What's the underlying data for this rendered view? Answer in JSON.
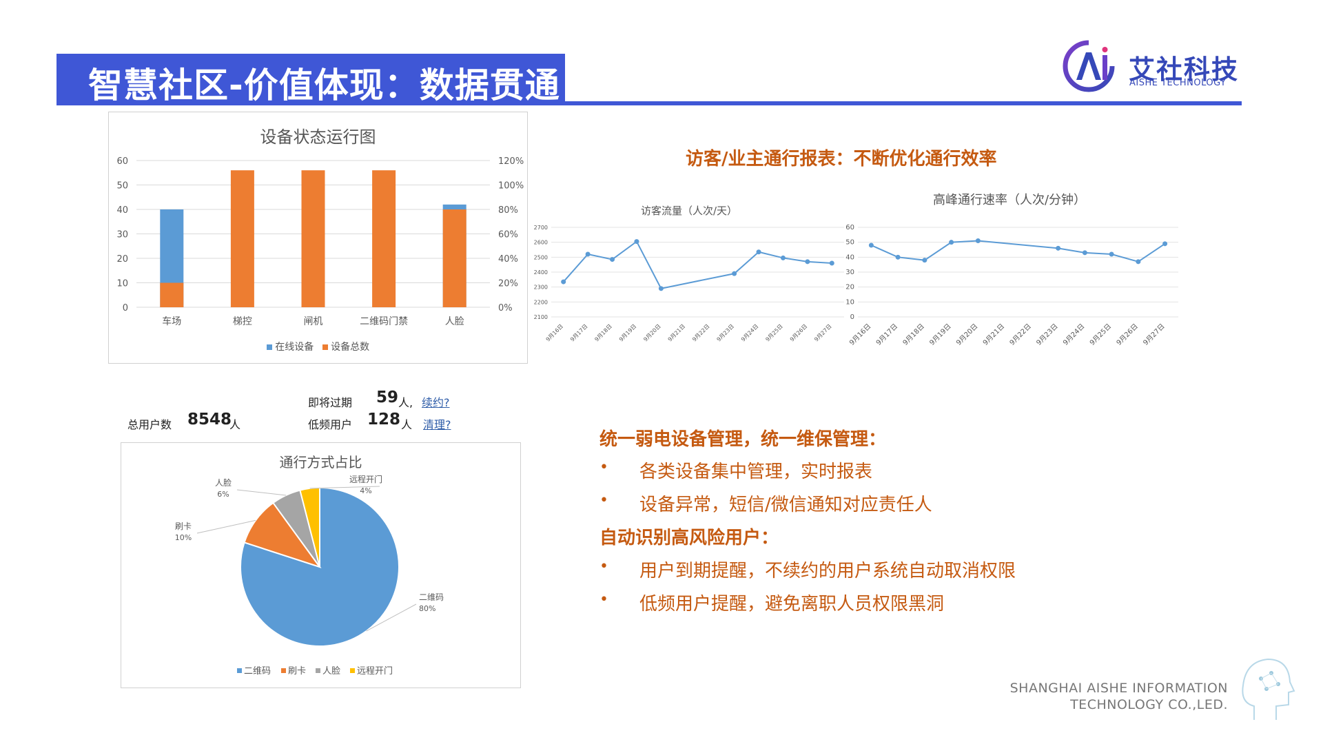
{
  "header": {
    "title": "智慧社区-价值体现：数据贯通",
    "logo_cn": "艾社科技",
    "logo_en": "AISHE TECHNOLOGY"
  },
  "device_chart": {
    "title": "设备状态运行图",
    "legend": [
      "在线设备",
      "设备总数"
    ]
  },
  "report_heading": "访客/业主通行报表：不断优化通行效率",
  "visitor_chart": {
    "title": "访客流量（人次/天）"
  },
  "speed_chart": {
    "title": "高峰通行速率（人次/分钟）"
  },
  "stats": {
    "total_label": "总用户数",
    "total_value": "8548",
    "expiring_label": "即将过期",
    "expiring_value": "59",
    "expiring_unit": "人,",
    "expiring_link": "续约?",
    "lowfreq_label": "低频用户",
    "lowfreq_value": "128",
    "lowfreq_unit": "人",
    "lowfreq_link": "清理?",
    "person_unit": "人"
  },
  "pie_chart": {
    "title": "通行方式占比"
  },
  "features": {
    "heading1": "统一弱电设备管理，统一维保管理：",
    "item1": "各类设备集中管理，实时报表",
    "item2": "设备异常，短信/微信通知对应责任人",
    "heading2": "自动识别高风险用户：",
    "item3": "用户到期提醒，不续约的用户系统自动取消权限",
    "item4": "低频用户提醒，避免离职人员权限黑洞",
    "bullet": "•"
  },
  "footer": {
    "line1": "SHANGHAI AISHE INFORMATION",
    "line2": "TECHNOLOGY CO.,LED."
  },
  "colors": {
    "brand_blue": "#3f57d6",
    "online_blue": "#5b9bd5",
    "total_orange": "#ed7d31",
    "gray": "#a5a5a5",
    "yellow": "#ffc000",
    "text_orange": "#c55a11"
  },
  "chart_data": [
    {
      "type": "bar",
      "title": "设备状态运行图",
      "categories": [
        "车场",
        "梯控",
        "闸机",
        "二维码门禁",
        "人脸"
      ],
      "series": [
        {
          "name": "在线设备",
          "values": [
            40,
            0,
            0,
            0,
            42
          ]
        },
        {
          "name": "设备总数",
          "values": [
            10,
            56,
            56,
            56,
            40
          ]
        }
      ],
      "ylim": [
        0,
        60
      ],
      "yticks": [
        0,
        10,
        20,
        30,
        40,
        50,
        60
      ],
      "y2ticks": [
        "0%",
        "20%",
        "40%",
        "60%",
        "80%",
        "100%",
        "120%"
      ],
      "legend": "bottom"
    },
    {
      "type": "line",
      "title": "访客流量（人次/天）",
      "x": [
        "9月16日",
        "9月17日",
        "9月18日",
        "9月19日",
        "9月20日",
        "9月21日",
        "9月22日",
        "9月23日",
        "9月24日",
        "9月25日",
        "9月26日",
        "9月27日"
      ],
      "values": [
        2335,
        2520,
        2485,
        2605,
        2290,
        null,
        null,
        2390,
        2535,
        2495,
        2470,
        2460
      ],
      "ylim": [
        2100,
        2700
      ],
      "yticks": [
        2100,
        2200,
        2300,
        2400,
        2500,
        2600,
        2700
      ]
    },
    {
      "type": "line",
      "title": "高峰通行速率（人次/分钟）",
      "x": [
        "9月16日",
        "9月17日",
        "9月18日",
        "9月19日",
        "9月20日",
        "9月21日",
        "9月22日",
        "9月23日",
        "9月24日",
        "9月25日",
        "9月26日",
        "9月27日"
      ],
      "values": [
        48,
        40,
        38,
        50,
        51,
        null,
        null,
        46,
        43,
        42,
        37,
        49
      ],
      "ylim": [
        0,
        60
      ],
      "yticks": [
        0,
        10,
        20,
        30,
        40,
        50,
        60
      ]
    },
    {
      "type": "pie",
      "title": "通行方式占比",
      "categories": [
        "二维码",
        "刷卡",
        "人脸",
        "远程开门"
      ],
      "values": [
        80,
        10,
        6,
        4
      ],
      "labels": [
        "80%",
        "10%",
        "6%",
        "4%"
      ],
      "legend": "bottom"
    }
  ]
}
